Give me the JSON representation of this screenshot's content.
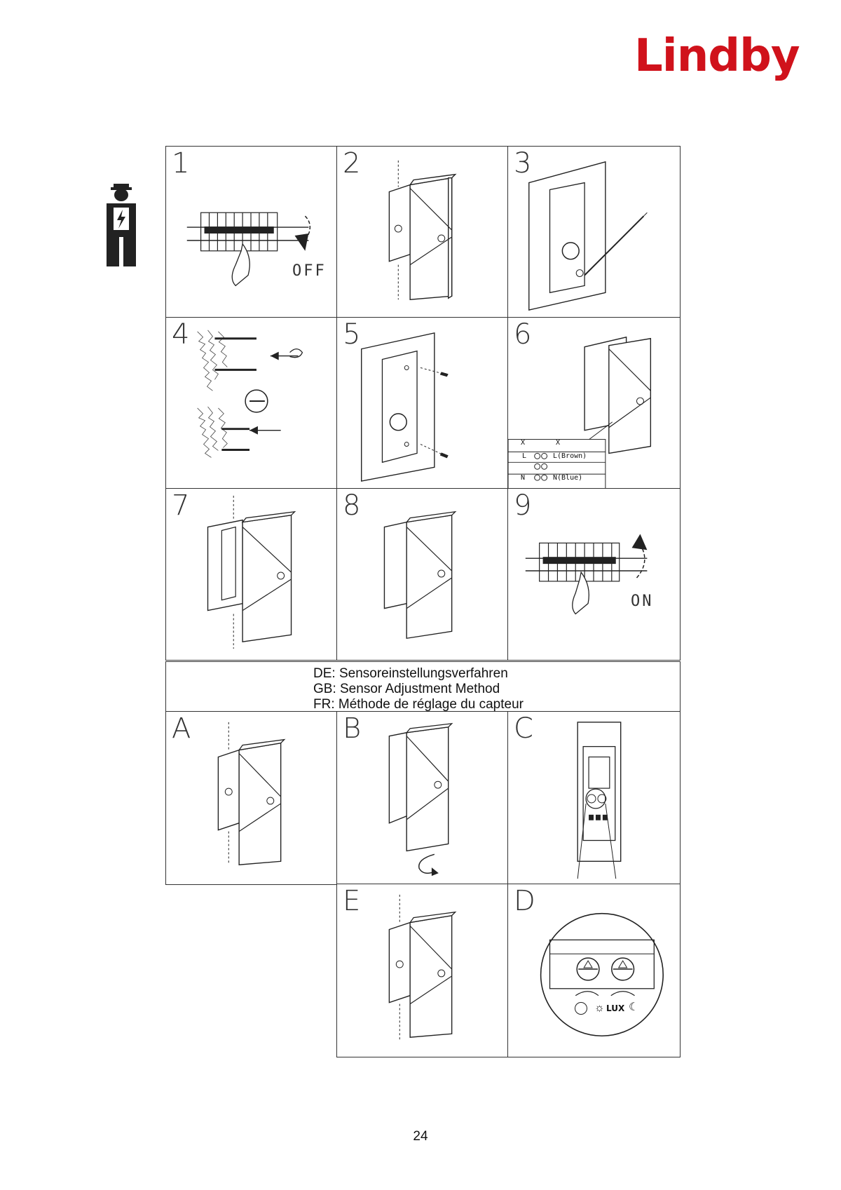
{
  "brand": {
    "name": "Lindby",
    "color": "#D0121B"
  },
  "steps": [
    {
      "id": "1",
      "label": "1",
      "caption": "OFF"
    },
    {
      "id": "2",
      "label": "2"
    },
    {
      "id": "3",
      "label": "3"
    },
    {
      "id": "4",
      "label": "4"
    },
    {
      "id": "5",
      "label": "5"
    },
    {
      "id": "6",
      "label": "6",
      "wires": {
        "x_left": "X",
        "x_right": "X",
        "l": "L",
        "l_desc": "L(Brown)",
        "n": "N",
        "n_desc": "N(Blue)"
      }
    },
    {
      "id": "7",
      "label": "7"
    },
    {
      "id": "8",
      "label": "8"
    },
    {
      "id": "9",
      "label": "9",
      "caption": "ON"
    }
  ],
  "sensor_header": {
    "de": "DE: Sensoreinstellungsverfahren",
    "gb": "GB: Sensor Adjustment Method",
    "fr": "FR: Méthode de réglage du capteur"
  },
  "sensor_steps": [
    {
      "id": "A",
      "label": "A"
    },
    {
      "id": "B",
      "label": "B"
    },
    {
      "id": "C",
      "label": "C"
    },
    {
      "id": "E",
      "label": "E"
    },
    {
      "id": "D",
      "label": "D",
      "dial_left": "time-dial",
      "dial_right": "LUX",
      "lux_text": "LUX"
    }
  ],
  "icons": [
    "electrician-warning-icon",
    "circuit-breaker-icon",
    "rotate-arrow-icon",
    "screw-icon",
    "drill-icon",
    "ground-symbol-icon",
    "clock-icon",
    "sun-icon",
    "moon-icon"
  ],
  "page": {
    "number": "24"
  }
}
